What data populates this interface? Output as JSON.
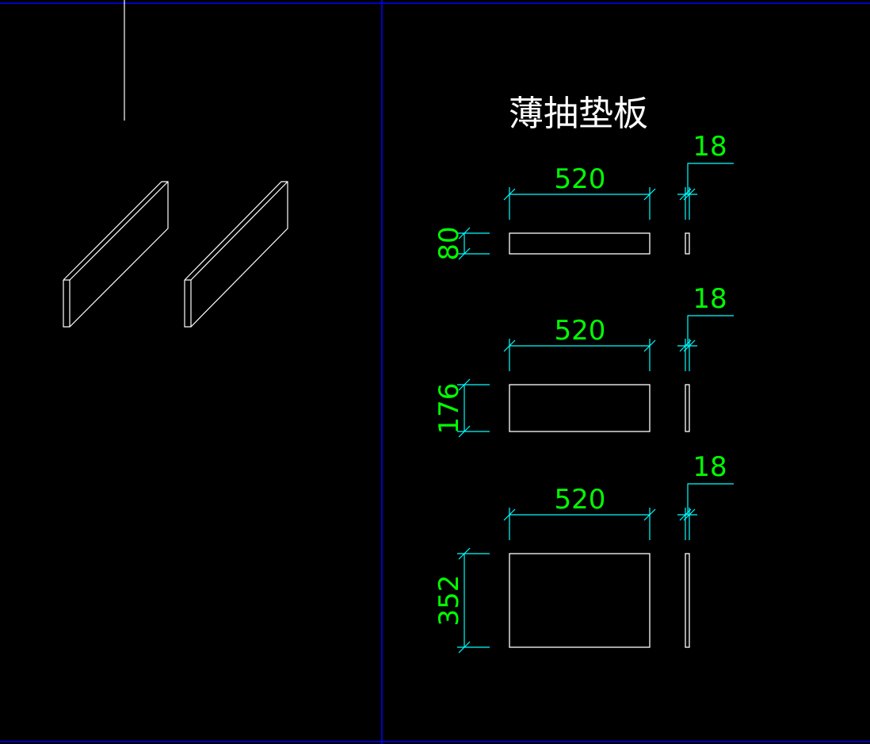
{
  "drawing": {
    "title": "薄抽垫板",
    "colors": {
      "background": "#000000",
      "viewport_border": "#0000ff",
      "geometry": "#ffffff",
      "dimension_line": "#00ffff",
      "dimension_text": "#00ff00"
    },
    "isometric_view": {
      "panels": [
        "panel-1",
        "panel-2"
      ]
    },
    "parts": [
      {
        "name": "part-1",
        "width": "520",
        "height": "80",
        "thickness": "18"
      },
      {
        "name": "part-2",
        "width": "520",
        "height": "176",
        "thickness": "18"
      },
      {
        "name": "part-3",
        "width": "520",
        "height": "352",
        "thickness": "18"
      }
    ]
  }
}
